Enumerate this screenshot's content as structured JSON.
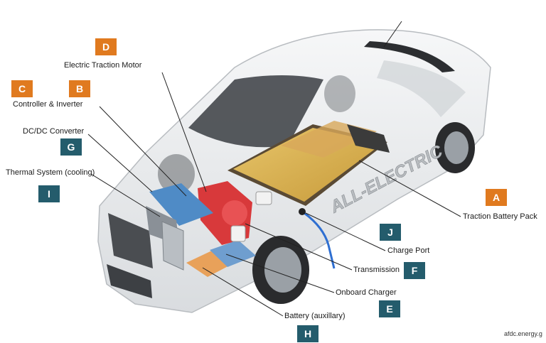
{
  "colors": {
    "orange_badge": "#e07a1f",
    "teal_badge": "#245c6c",
    "leader": "#222222"
  },
  "car_text": "ALL-ELECTRIC",
  "components": [
    {
      "id": "A",
      "label": "Traction Battery Pack",
      "badge_color": "orange"
    },
    {
      "id": "B",
      "label": "Controller & Inverter",
      "badge_color": "orange"
    },
    {
      "id": "C",
      "label": "",
      "badge_color": "orange"
    },
    {
      "id": "D",
      "label": "Electric Traction Motor",
      "badge_color": "orange"
    },
    {
      "id": "E",
      "label": "Onboard Charger",
      "badge_color": "teal"
    },
    {
      "id": "F",
      "label": "Transmission",
      "badge_color": "teal"
    },
    {
      "id": "G",
      "label": "DC/DC Converter",
      "badge_color": "teal"
    },
    {
      "id": "H",
      "label": "Battery (auxillary)",
      "badge_color": "teal"
    },
    {
      "id": "I",
      "label": "Thermal System (cooling)",
      "badge_color": "teal"
    },
    {
      "id": "J",
      "label": "Charge Port",
      "badge_color": "teal"
    }
  ],
  "credit": "afdc.energy.g"
}
